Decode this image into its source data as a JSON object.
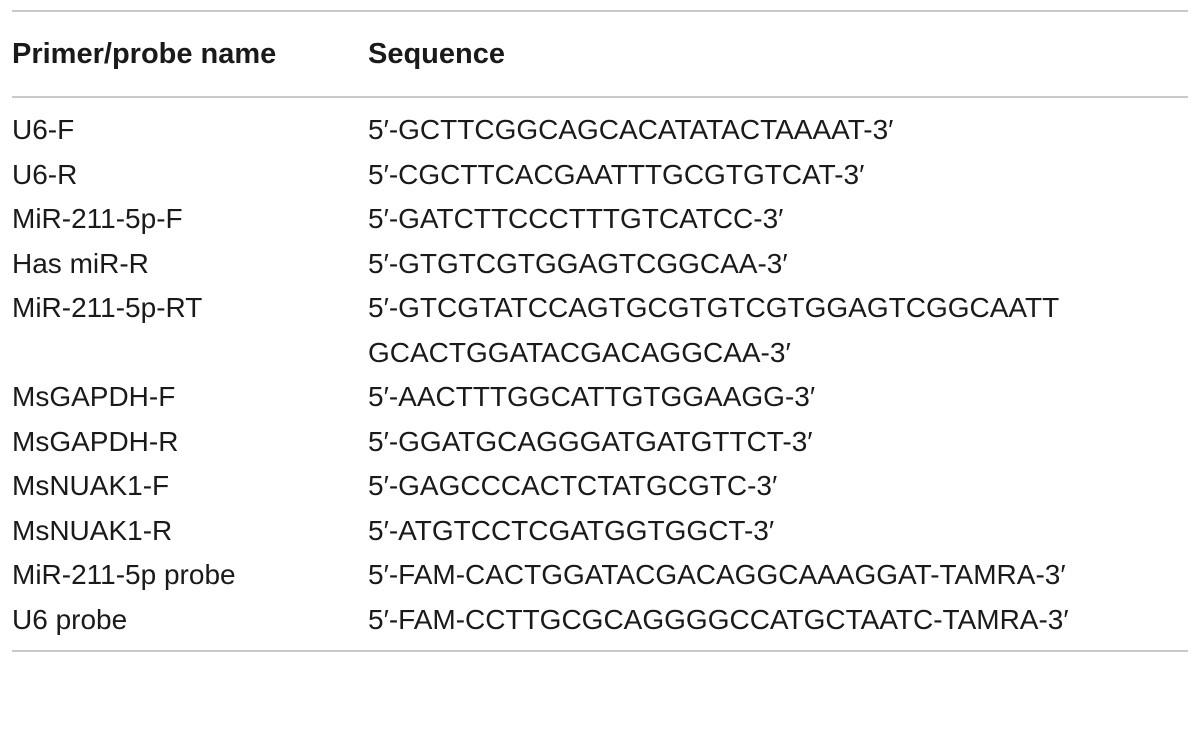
{
  "table": {
    "headers": {
      "name": "Primer/probe name",
      "sequence": "Sequence"
    },
    "rows": [
      {
        "name": "U6-F",
        "sequence": [
          "5′-GCTTCGGCAGCACATATACTAAAAT-3′"
        ]
      },
      {
        "name": "U6-R",
        "sequence": [
          "5′-CGCTTCACGAATTTGCGTGTCAT-3′"
        ]
      },
      {
        "name": "MiR-211-5p-F",
        "sequence": [
          "5′-GATCTTCCCTTTGTCATCC-3′"
        ]
      },
      {
        "name": "Has miR-R",
        "sequence": [
          "5′-GTGTCGTGGAGTCGGCAA-3′"
        ]
      },
      {
        "name": "MiR-211-5p-RT",
        "sequence": [
          "5′-GTCGTATCCAGTGCGTGTCGTGGAGTCGGCAATT",
          "GCACTGGATACGACAGGCAA-3′"
        ]
      },
      {
        "name": "MsGAPDH-F",
        "sequence": [
          "5′-AACTTTGGCATTGTGGAAGG-3′"
        ]
      },
      {
        "name": "MsGAPDH-R",
        "sequence": [
          "5′-GGATGCAGGGATGATGTTCT-3′"
        ]
      },
      {
        "name": "MsNUAK1-F",
        "sequence": [
          "5′-GAGCCCACTCTATGCGTC-3′"
        ]
      },
      {
        "name": "MsNUAK1-R",
        "sequence": [
          "5′-ATGTCCTCGATGGTGGCT-3′"
        ]
      },
      {
        "name": "MiR-211-5p probe",
        "sequence": [
          "5′-FAM-CACTGGATACGACAGGCAAAGGAT-TAMRA-3′"
        ]
      },
      {
        "name": "U6 probe",
        "sequence": [
          "5′-FAM-CCTTGCGCAGGGGCCATGCTAATC-TAMRA-3′"
        ]
      }
    ]
  }
}
